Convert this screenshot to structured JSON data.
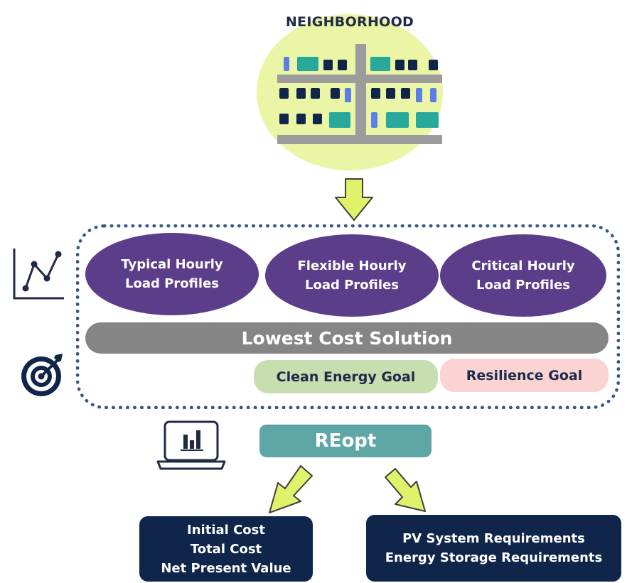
{
  "neighborhood": {
    "title": "NEIGHBORHOOD",
    "colors": {
      "background": "#eaf5a6",
      "road": "#9c9c9c",
      "house_dark": "#0f254a",
      "house_teal": "#26a89a",
      "house_blue": "#5b7fe6"
    }
  },
  "load_profiles": [
    {
      "label": "Typical Hourly Load Profiles"
    },
    {
      "label": "Flexible Hourly Load Profiles"
    },
    {
      "label": "Critical Hourly Load Profiles"
    }
  ],
  "solution_bar": {
    "label": "Lowest Cost Solution"
  },
  "goals": {
    "clean_energy": "Clean Energy Goal",
    "resilience": "Resilience Goal"
  },
  "reopt": {
    "label": "REopt"
  },
  "outputs": {
    "costs": [
      "Initial Cost",
      "Total Cost",
      "Net Present Value"
    ],
    "requirements": [
      "PV System Requirements",
      "Energy Storage Requirements"
    ]
  },
  "icons": {
    "profile": "line-chart-icon",
    "goal": "target-icon",
    "tool": "laptop-chart-icon",
    "arrows": "down-arrow-icon"
  },
  "colors": {
    "arrow_fill": "#dff26a",
    "arrow_stroke": "#3e3e3e",
    "oval": "#5b3d8a",
    "dashed_border": "#35578c",
    "lowest_cost": "#858585",
    "clean_goal": "#c7dfb0",
    "resilience_goal": "#fbd3d3",
    "reopt": "#5fa7a7",
    "output": "#0f254a"
  }
}
